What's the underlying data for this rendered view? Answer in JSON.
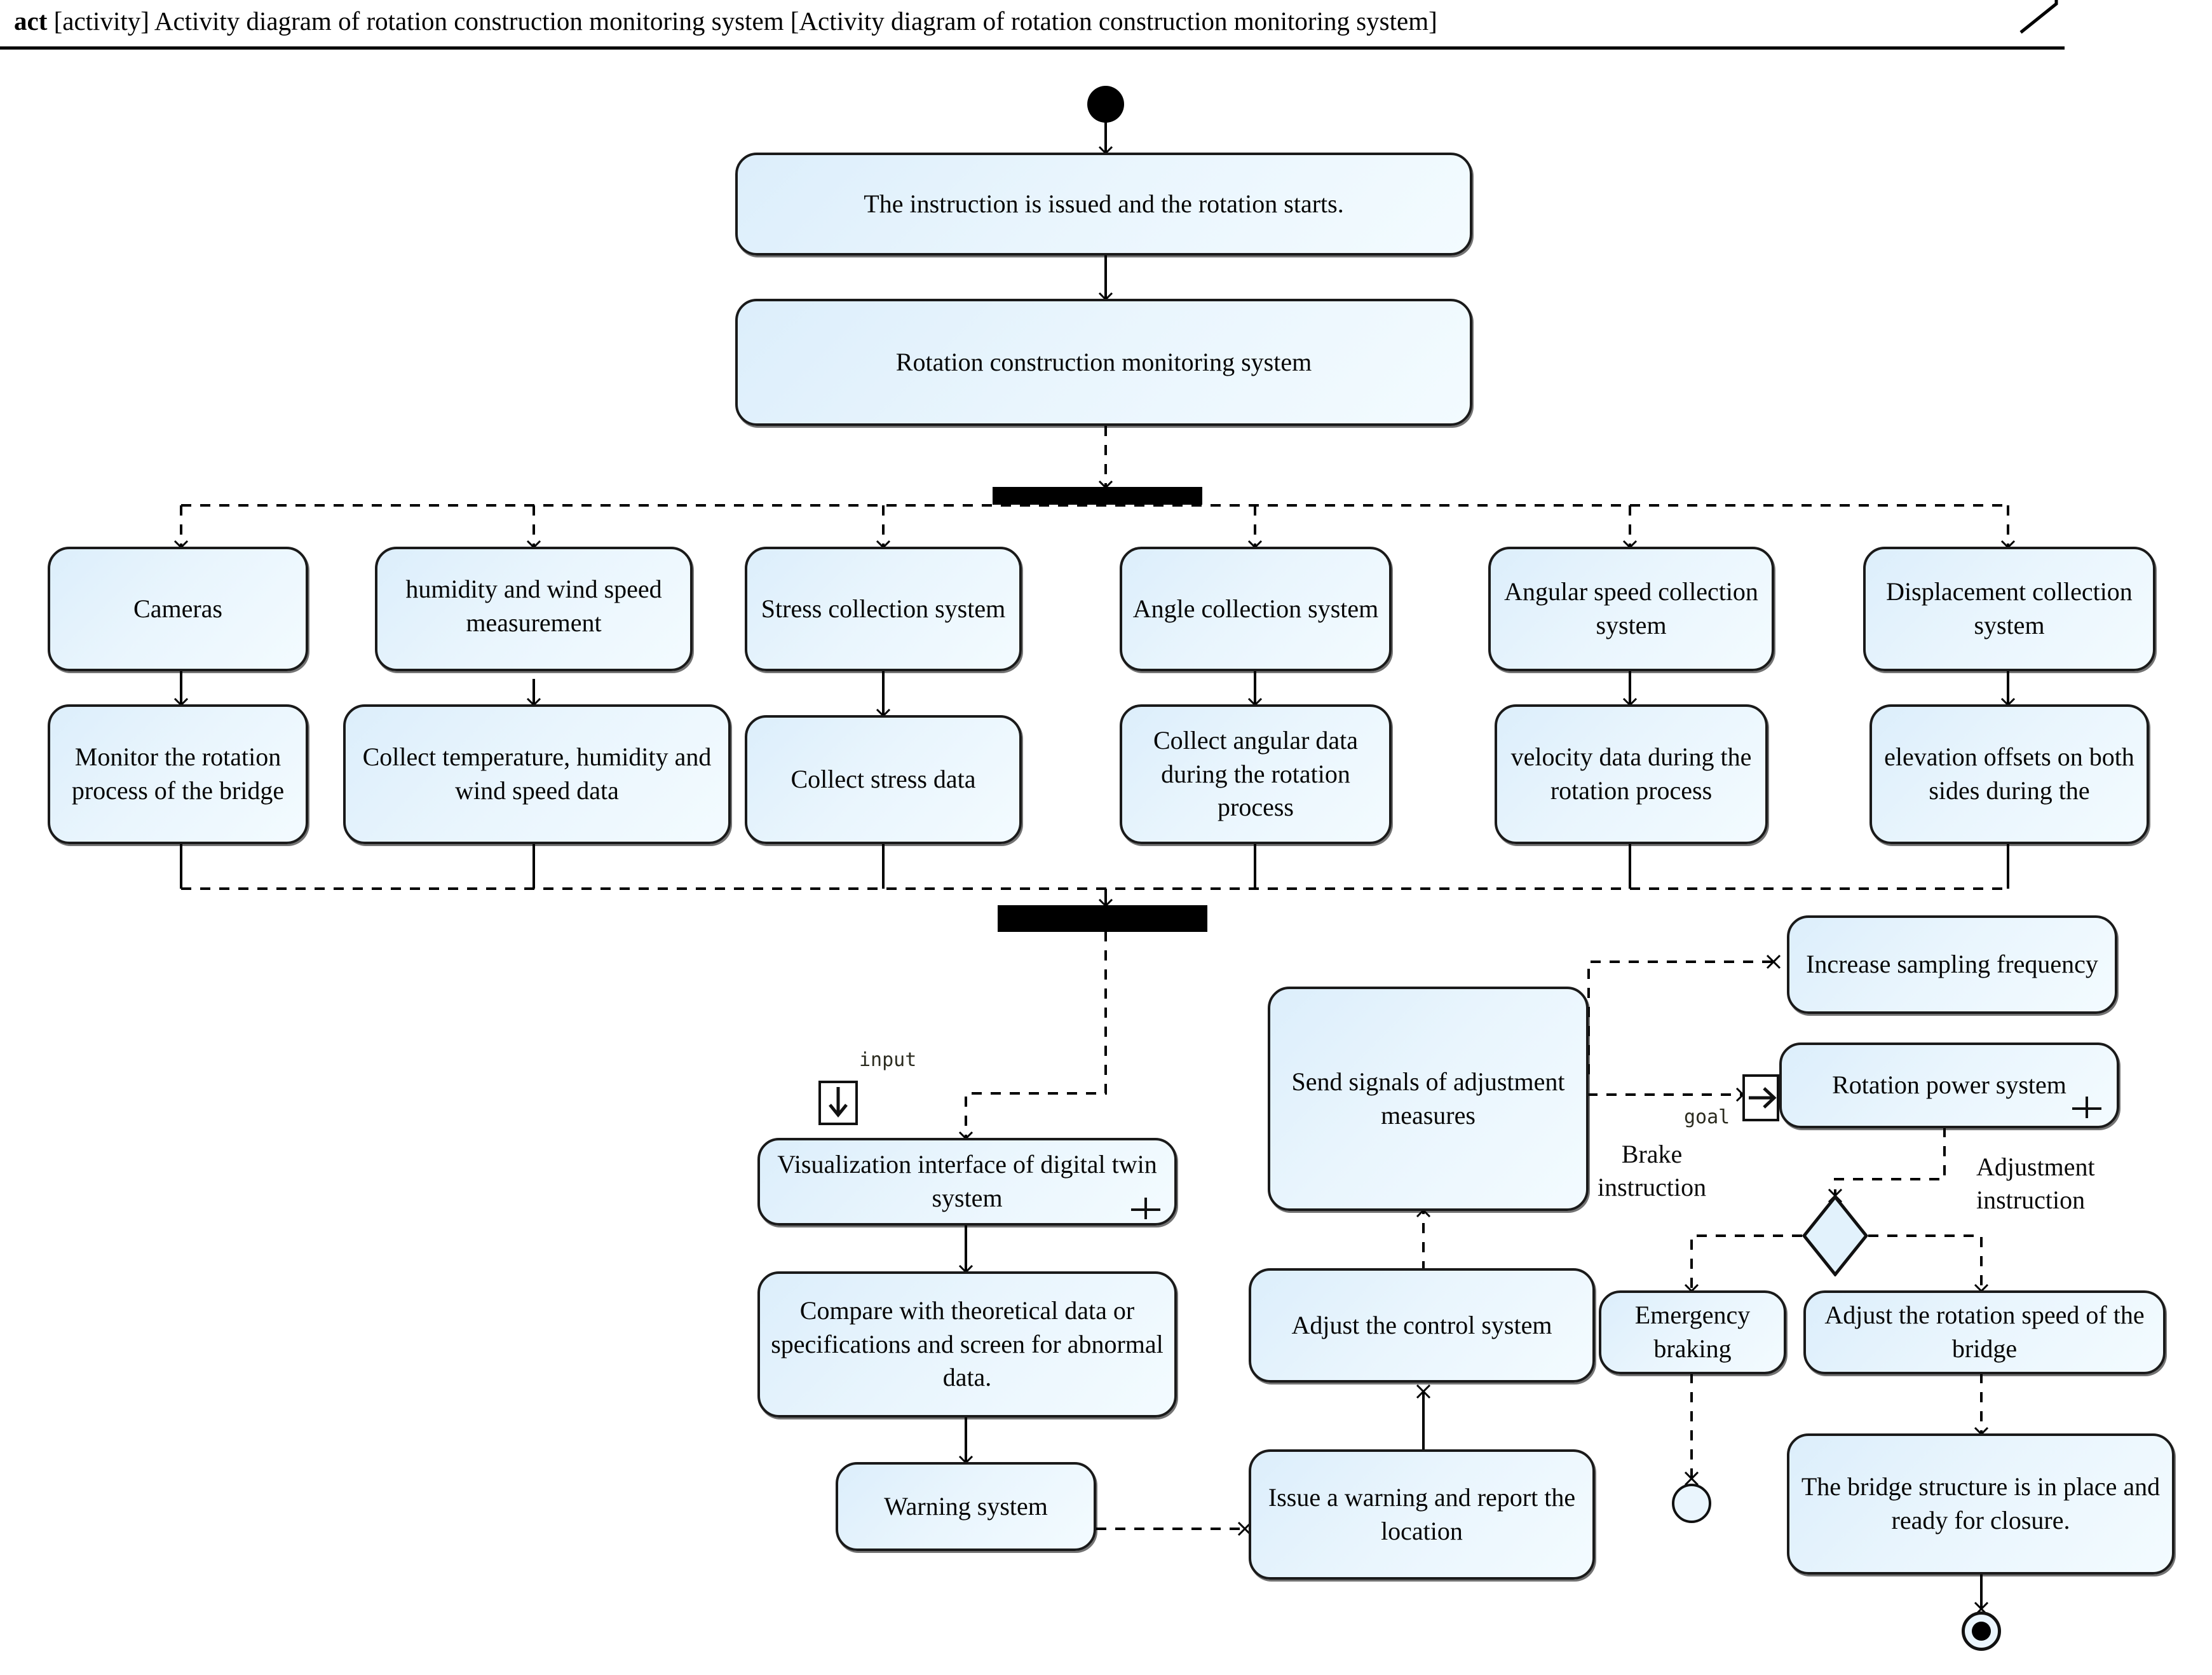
{
  "frame": {
    "keyword": "act",
    "title": "[activity] Activity diagram of rotation construction monitoring system [Activity diagram of rotation construction monitoring system]"
  },
  "nodes": {
    "start": "initial-node",
    "instruction": "The instruction is issued and the rotation starts.",
    "monitoring_system": "Rotation construction monitoring system",
    "cameras": "Cameras",
    "humidity_wind": "humidity and wind speed measurement",
    "stress_system": "Stress collection system",
    "angle_system": "Angle collection system",
    "angular_speed_system": "Angular speed collection system",
    "displacement_system": "Displacement collection system",
    "monitor_rotation": "Monitor the rotation process of the bridge",
    "collect_temp": "Collect temperature, humidity and wind speed data",
    "collect_stress": "Collect stress data",
    "collect_angular": "Collect angular data during the rotation process",
    "velocity_data": "velocity data during the rotation process",
    "elevation_offsets": "elevation offsets on both sides during the",
    "visualization": "Visualization interface of digital twin system",
    "compare": "Compare with theoretical data or specifications and screen for abnormal data.",
    "warning_system": "Warning system",
    "issue_warning": "Issue a warning and report the location",
    "adjust_control": "Adjust the control system",
    "send_signals": "Send signals of adjustment measures",
    "increase_sampling": "Increase sampling frequency",
    "rotation_power": "Rotation power system",
    "emergency_braking": "Emergency braking",
    "adjust_rotation_speed": "Adjust the rotation speed of the bridge",
    "bridge_in_place": "The bridge structure is in place and ready for closure."
  },
  "pins": {
    "input_label": "input",
    "goal_label": "goal"
  },
  "edge_labels": {
    "brake_instruction": [
      "Brake",
      "instruction"
    ],
    "adjustment_instruction": [
      "Adjustment",
      "instruction"
    ]
  },
  "colors": {
    "node_fill_light": "#f3fbff",
    "node_fill_dark": "#dceefb",
    "node_border": "#1a1a1a",
    "bar_fill": "#000000",
    "background": "#ffffff"
  }
}
